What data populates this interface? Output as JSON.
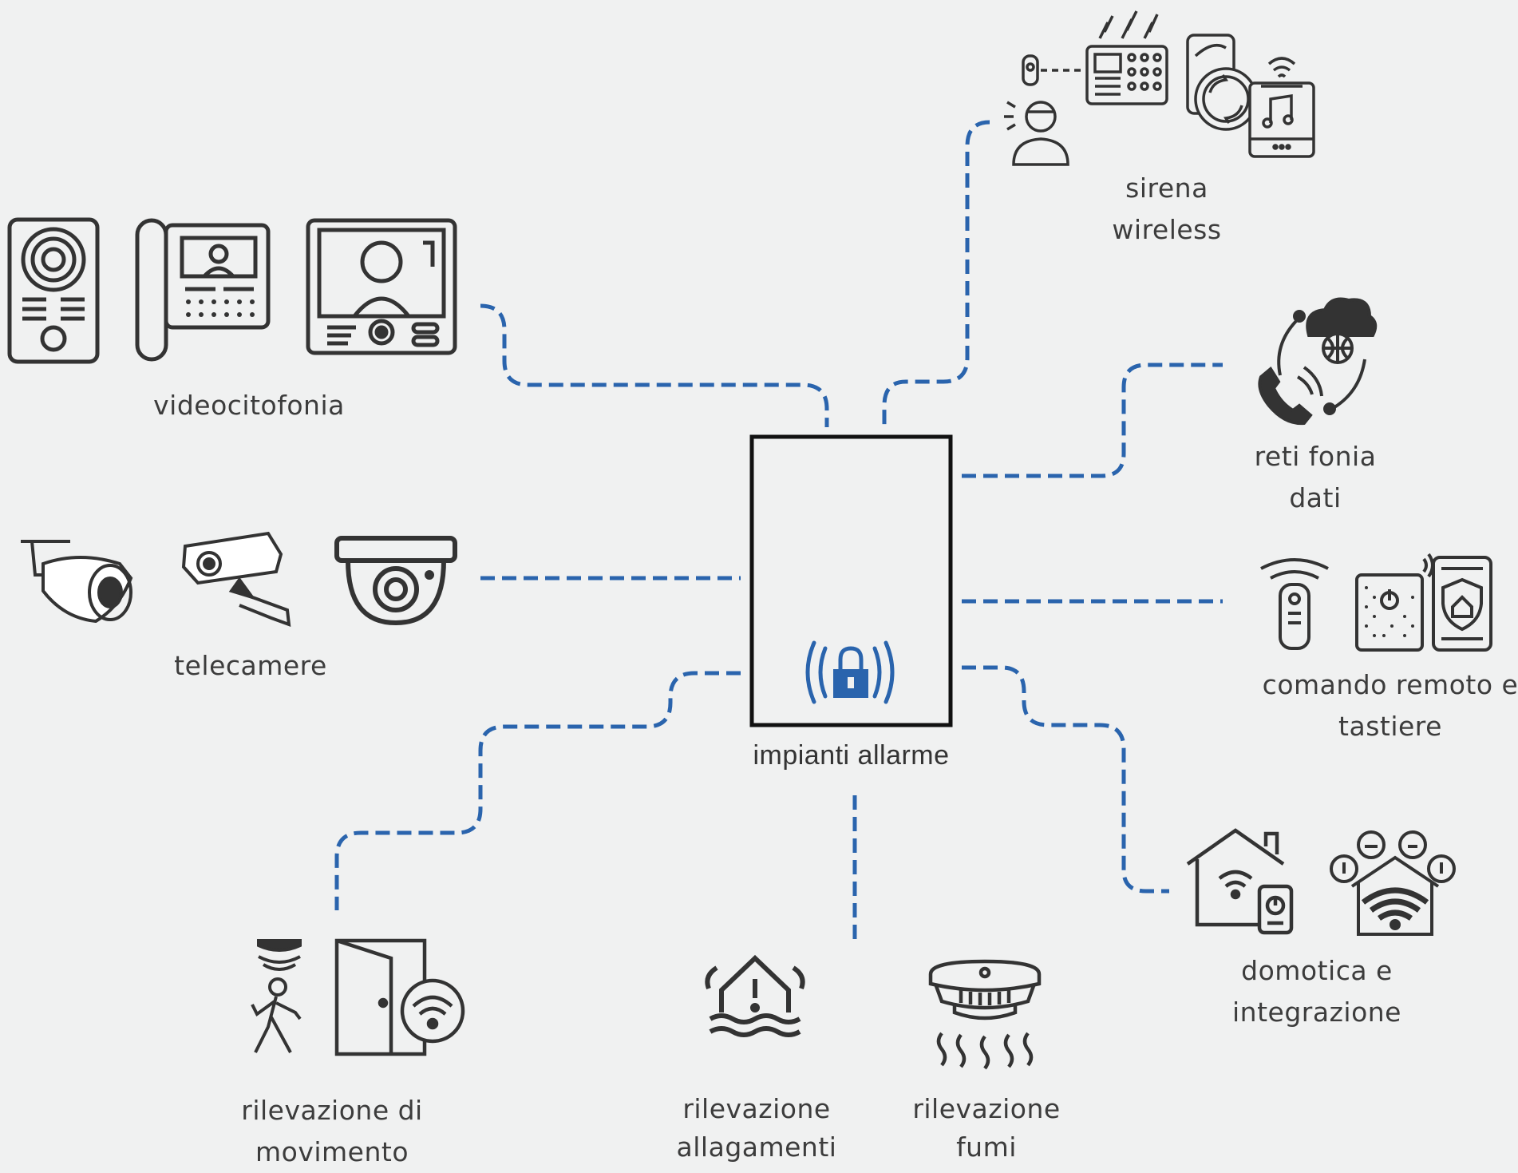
{
  "center": {
    "label": "impianti allarme"
  },
  "nodes": {
    "videocitofonia": {
      "lines": [
        "videocitofonia"
      ]
    },
    "telecamere": {
      "lines": [
        "telecamere"
      ]
    },
    "sirena": {
      "lines": [
        "sirena",
        "wireless"
      ]
    },
    "reti": {
      "lines": [
        "reti fonia",
        "dati"
      ]
    },
    "comando": {
      "lines": [
        "comando remoto e",
        "tastiere"
      ]
    },
    "domotica": {
      "lines": [
        "domotica e",
        "integrazione"
      ]
    },
    "movimento": {
      "lines": [
        "rilevazione di",
        "movimento"
      ]
    },
    "allagamenti": {
      "lines": [
        "rilevazione",
        "allagamenti"
      ]
    },
    "fumi": {
      "lines": [
        "rilevazione",
        "fumi"
      ]
    }
  },
  "colors": {
    "connector": "#2a64ad",
    "icon": "#333333",
    "accent": "#2a64ad",
    "background": "#f0f1f1"
  },
  "icons": [
    "doorbell-panel-icon",
    "intercom-phone-icon",
    "video-monitor-icon",
    "bullet-camera-icon",
    "box-camera-icon",
    "dome-camera-icon",
    "wireless-siren-icon",
    "cloud-network-icon",
    "remote-control-icon",
    "keypad-icon",
    "smartphone-shield-icon",
    "smart-home-icon",
    "home-wifi-icon",
    "motion-sensor-icon",
    "door-sensor-icon",
    "flood-alarm-icon",
    "smoke-detector-icon",
    "alarm-lock-icon"
  ]
}
